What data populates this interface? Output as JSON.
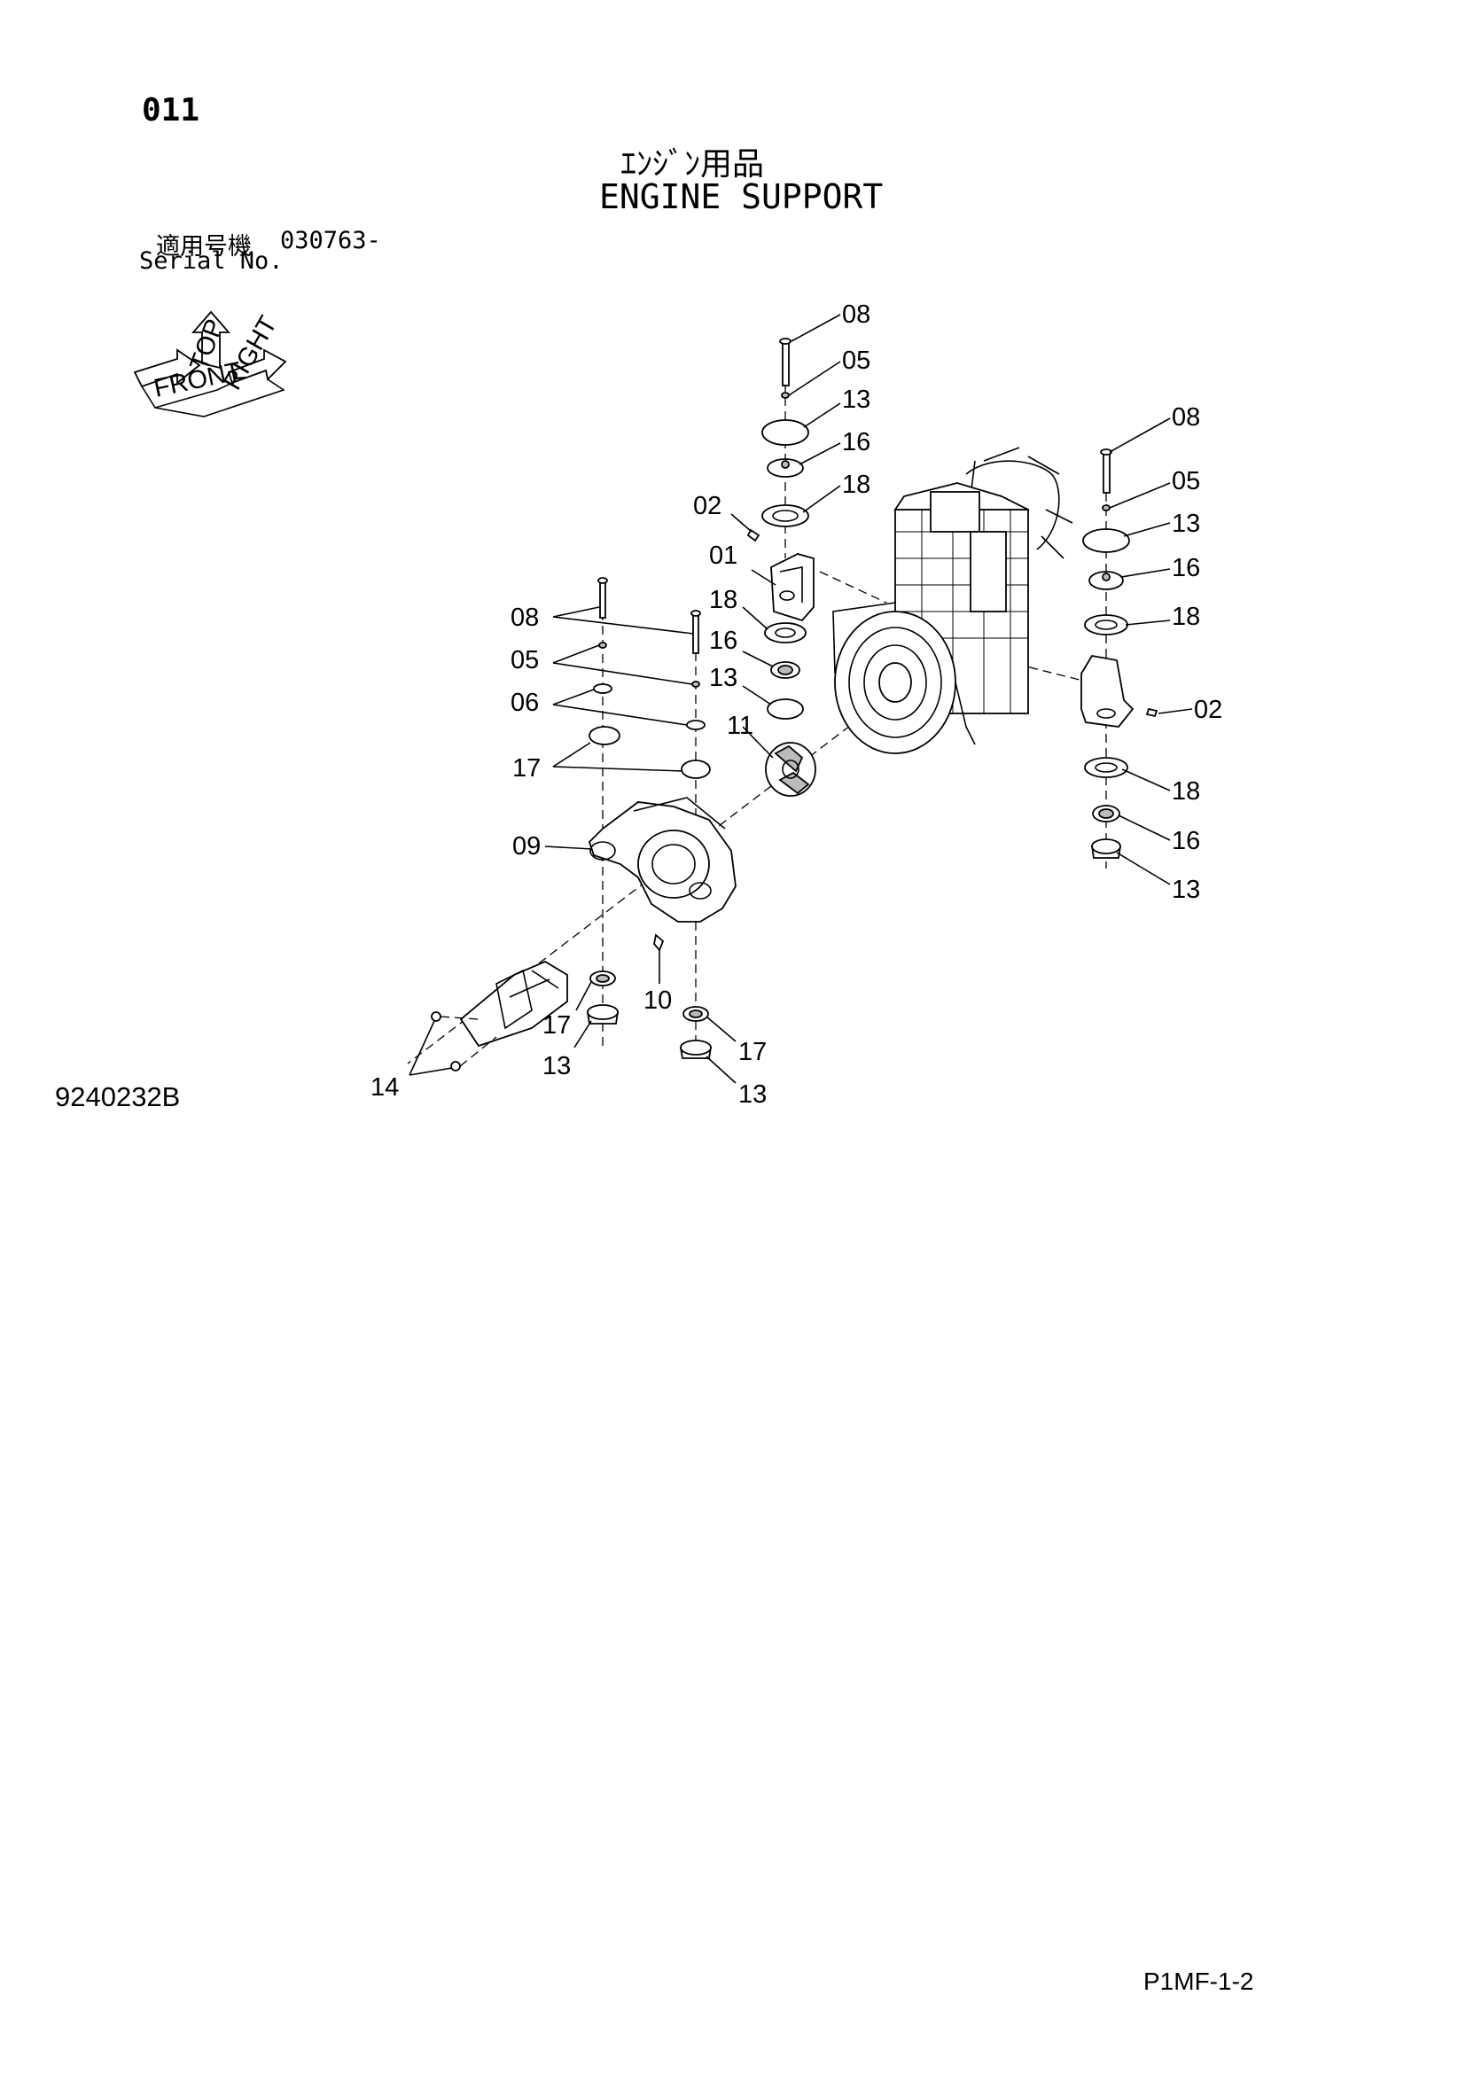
{
  "header": {
    "page_no": "011",
    "title_jp": "ｴﾝｼﾞﾝ用品",
    "title_en": "ENGINE SUPPORT",
    "serial_jp": "適用号機",
    "serial_value": "030763-",
    "serial_en": "Serial No."
  },
  "orientation": {
    "labels": [
      "TOP",
      "FRONT",
      "RIGHT"
    ]
  },
  "callouts": [
    "08",
    "05",
    "13",
    "16",
    "18",
    "02",
    "01",
    "08",
    "05",
    "13",
    "16",
    "18",
    "08",
    "05",
    "06",
    "17",
    "18",
    "16",
    "13",
    "11",
    "09",
    "02",
    "18",
    "16",
    "13",
    "10",
    "17",
    "13",
    "14",
    "17",
    "13"
  ],
  "footer": {
    "drawing_no": "9240232B",
    "sheet_no": "P1MF-1-2"
  }
}
